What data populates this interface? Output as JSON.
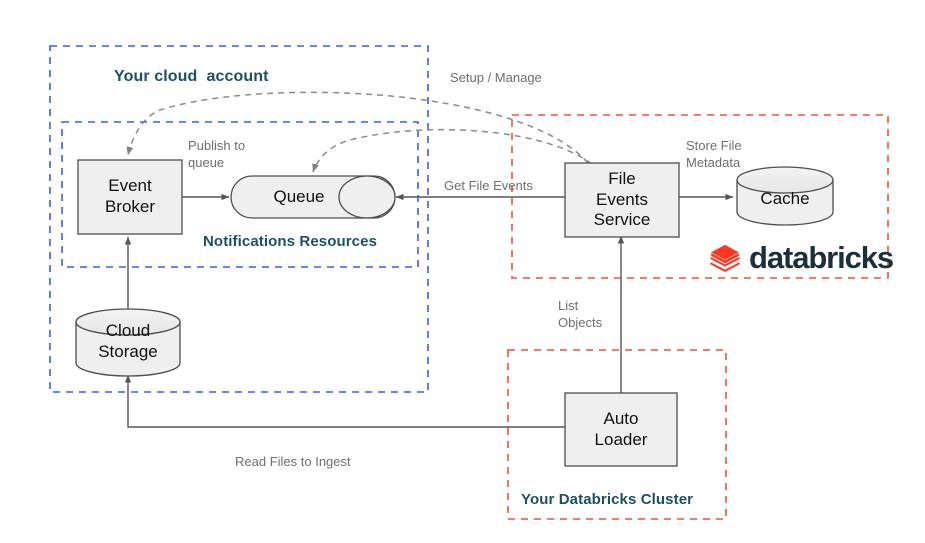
{
  "diagram": {
    "title": "Databricks Auto Loader file notification architecture",
    "colors": {
      "cloud_zone_border": "#3b5cf5",
      "databricks_zone_border": "#ef5138",
      "zone_label_text": "#1b5162",
      "node_fill": "#efefef",
      "node_stroke": "#4d4d4d",
      "edge_stroke": "#555555",
      "dashed_edge_stroke": "#8a8a8a",
      "edge_label_text": "#6b6f72",
      "brand_mark": "#ff3621",
      "brand_text": "#1b3139"
    },
    "zones": [
      {
        "id": "cloud-account",
        "label": "Your cloud  account",
        "border_color": "#3b5cf5",
        "border_style": "dashed"
      },
      {
        "id": "notifications-resources",
        "label": "Notifications Resources",
        "border_color": "#3b5cf5",
        "border_style": "dashed"
      },
      {
        "id": "databricks-zone",
        "label": "",
        "border_color": "#ef5138",
        "border_style": "dashed"
      },
      {
        "id": "databricks-cluster",
        "label": "Your Databricks Cluster",
        "border_color": "#ef5138",
        "border_style": "dashed"
      }
    ],
    "nodes": [
      {
        "id": "event-broker",
        "label": "Event\nBroker",
        "shape": "rect"
      },
      {
        "id": "queue",
        "label": "Queue",
        "shape": "stadium"
      },
      {
        "id": "file-events-service",
        "label": "File\nEvents\nService",
        "shape": "rect"
      },
      {
        "id": "cache",
        "label": "Cache",
        "shape": "cylinder"
      },
      {
        "id": "cloud-storage",
        "label": "Cloud\nStorage",
        "shape": "cylinder"
      },
      {
        "id": "auto-loader",
        "label": "Auto\nLoader",
        "shape": "rect"
      }
    ],
    "edges": [
      {
        "id": "publish-to-queue",
        "label": "Publish to\nqueue",
        "from": "event-broker",
        "to": "queue",
        "style": "solid"
      },
      {
        "id": "setup-manage",
        "label": "Setup / Manage",
        "from": "file-events-service",
        "to": "event-broker",
        "style": "dashed"
      },
      {
        "id": "setup-manage-queue",
        "label": "",
        "from": "file-events-service",
        "to": "queue",
        "style": "dashed"
      },
      {
        "id": "get-file-events",
        "label": "Get File Events",
        "from": "file-events-service",
        "to": "queue",
        "style": "solid"
      },
      {
        "id": "store-file-metadata",
        "label": "Store File\nMetadata",
        "from": "file-events-service",
        "to": "cache",
        "style": "solid"
      },
      {
        "id": "list-objects",
        "label": "List\nObjects",
        "from": "auto-loader",
        "to": "file-events-service",
        "style": "solid"
      },
      {
        "id": "read-files-ingest",
        "label": "Read Files to Ingest",
        "from": "auto-loader",
        "to": "cloud-storage",
        "style": "solid"
      },
      {
        "id": "storage-to-broker",
        "label": "",
        "from": "cloud-storage",
        "to": "event-broker",
        "style": "solid"
      }
    ],
    "brand": {
      "name": "databricks",
      "icon": "databricks-layers-icon"
    }
  }
}
